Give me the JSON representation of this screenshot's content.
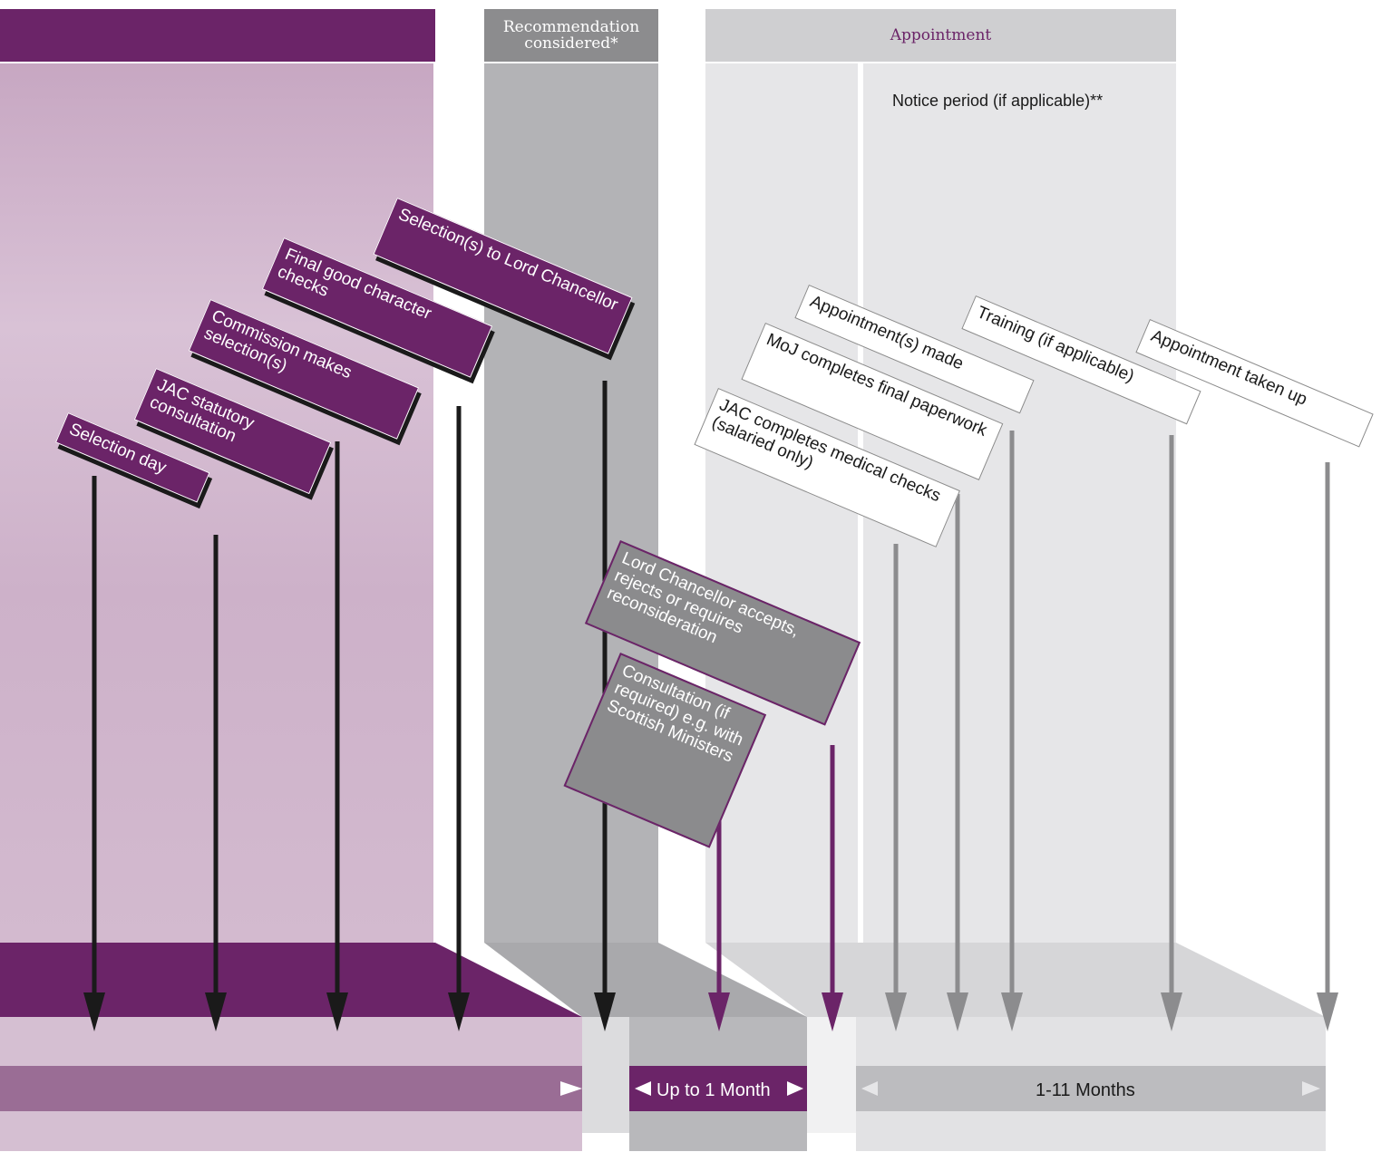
{
  "headers": {
    "recommendation": "Recommendation considered*",
    "appointment": "Appointment",
    "notice_period": "Notice period (if applicable)**"
  },
  "stages": [
    {
      "id": "selection-day",
      "label": "Selection day",
      "style": "purple"
    },
    {
      "id": "jac-statutory-consultation",
      "label": "JAC statutory consultation",
      "style": "purple"
    },
    {
      "id": "commission-makes-selections",
      "label": "Commission makes selection(s)",
      "style": "purple"
    },
    {
      "id": "final-good-character-checks",
      "label": "Final good character checks",
      "style": "purple"
    },
    {
      "id": "selections-to-lord-chancellor",
      "label": "Selection(s) to Lord Chancellor",
      "style": "purple"
    },
    {
      "id": "consultation-scottish-ministers",
      "label": "Consultation (if required) e.g. with Scottish Ministers",
      "style": "grey"
    },
    {
      "id": "lord-chancellor-accepts",
      "label": "Lord Chancellor accepts, rejects or requires reconsideration",
      "style": "grey"
    },
    {
      "id": "jac-medical-checks",
      "label": "JAC completes medical checks (salaried only)",
      "style": "white"
    },
    {
      "id": "moj-final-paperwork",
      "label": "MoJ completes final paperwork",
      "style": "white"
    },
    {
      "id": "appointments-made",
      "label": "Appointment(s) made",
      "style": "white"
    },
    {
      "id": "training",
      "label": "Training (if applicable)",
      "style": "white"
    },
    {
      "id": "appointment-taken-up",
      "label": "Appointment taken up",
      "style": "white"
    }
  ],
  "durations": {
    "recommendation": "Up to 1 Month",
    "appointment": "1-11 Months"
  },
  "colors": {
    "purple": "#6b2468",
    "dark_arrow": "#1a1a1a",
    "grey_arrow": "#8c8c8e",
    "grey_card": "#8b8b8d"
  }
}
